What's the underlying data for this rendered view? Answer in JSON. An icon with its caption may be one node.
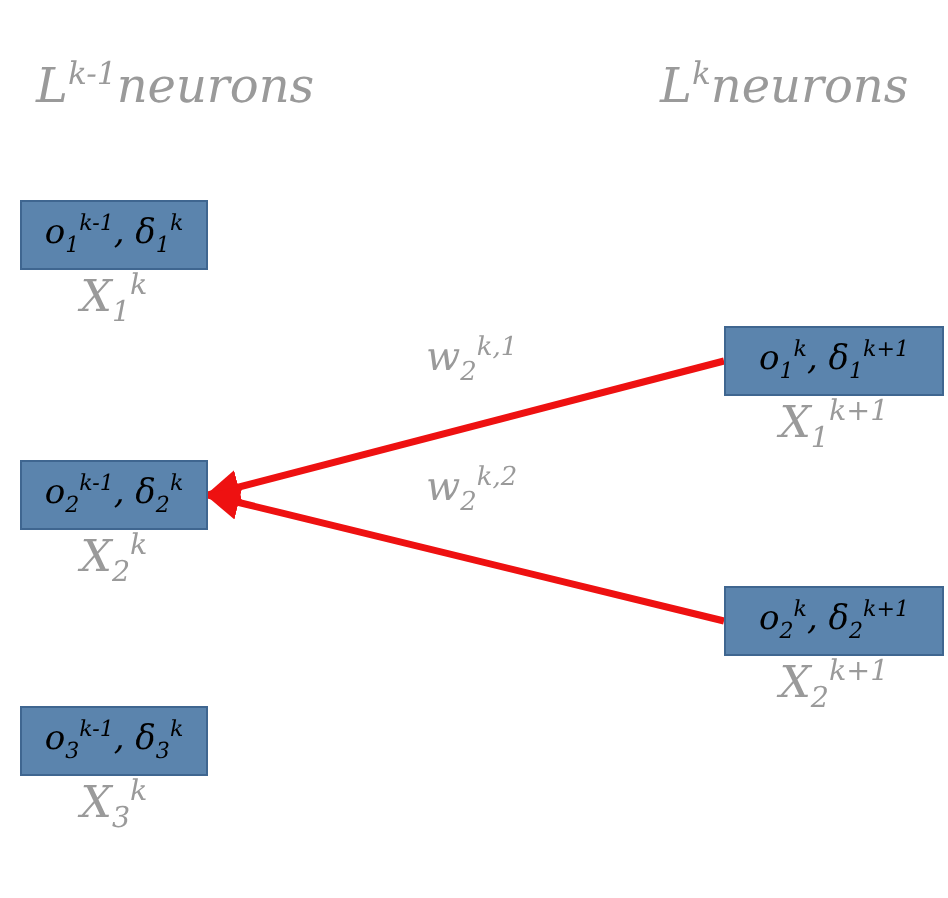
{
  "diagram": {
    "nodes": [
      {
        "text": [
          "o$_{1}$$^{k-1}$, δ$_{1}$$^{k}$"
        ],
        "beside": [
          "X$_{1}$$^{k}$"
        ]
      },
      {
        "text": [
          "o$_{2}$$^{k-1}$, δ$_{2}$$^{k}$"
        ],
        "beside": [
          "X$_{2}$$^{k}$"
        ]
      },
      {
        "text": [
          "o$_{3}$$^{k-1}$, δ$_{3}$$^{k}$"
        ],
        "beside": [
          "X$_{3}$$^{k}$"
        ]
      },
      {
        "text": [
          "o$_{1}$$^{k}$, δ$_{1}$$^{k+1}$"
        ],
        "beside": [
          "X$_{1}$$^{k+1}$"
        ]
      },
      {
        "text": [
          "o$_{2}$$^{k}$, δ$_{2}$$^{k+1}$"
        ],
        "beside": [
          "X$_{2}$$^{k+1}$"
        ]
      }
    ],
    "edges": [
      {
        "from": 3,
        "to": 1,
        "arrow": "to",
        "label": "w$_{2}$$^{k,1}$",
        "color": "#ee1111"
      },
      {
        "from": 4,
        "to": 1,
        "arrow": "to",
        "label": "w$_{2}$$^{k,2}$",
        "color": "#ee1111"
      }
    ],
    "labels": [
      "L$^{k-1}$neurons",
      "L$^{k}$neurons"
    ]
  }
}
